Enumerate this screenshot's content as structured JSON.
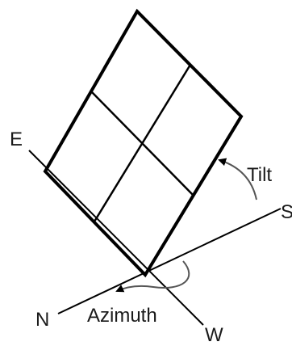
{
  "labels": {
    "east": "E",
    "south": "S",
    "north": "N",
    "west": "W",
    "tilt": "Tilt",
    "azimuth": "Azimuth"
  },
  "colors": {
    "lines": "#000000",
    "arcs": "#555555",
    "text": "#1a1a1a"
  }
}
